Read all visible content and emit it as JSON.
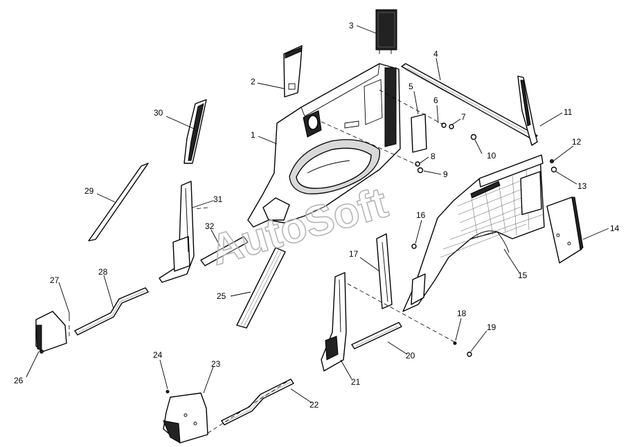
{
  "watermark": "AutoSoft",
  "callouts": [
    {
      "id": "1",
      "label": "1"
    },
    {
      "id": "2",
      "label": "2"
    },
    {
      "id": "3",
      "label": "3"
    },
    {
      "id": "4",
      "label": "4"
    },
    {
      "id": "5",
      "label": "5"
    },
    {
      "id": "6",
      "label": "6"
    },
    {
      "id": "7",
      "label": "7"
    },
    {
      "id": "8",
      "label": "8"
    },
    {
      "id": "9",
      "label": "9"
    },
    {
      "id": "10",
      "label": "10"
    },
    {
      "id": "11",
      "label": "11"
    },
    {
      "id": "12",
      "label": "12"
    },
    {
      "id": "13",
      "label": "13"
    },
    {
      "id": "14",
      "label": "14"
    },
    {
      "id": "15",
      "label": "15"
    },
    {
      "id": "16",
      "label": "16"
    },
    {
      "id": "17",
      "label": "17"
    },
    {
      "id": "18",
      "label": "18"
    },
    {
      "id": "19",
      "label": "19"
    },
    {
      "id": "20",
      "label": "20"
    },
    {
      "id": "21",
      "label": "21"
    },
    {
      "id": "22",
      "label": "22"
    },
    {
      "id": "23",
      "label": "23"
    },
    {
      "id": "24",
      "label": "24"
    },
    {
      "id": "25",
      "label": "25"
    },
    {
      "id": "26",
      "label": "26"
    },
    {
      "id": "27",
      "label": "27"
    },
    {
      "id": "28",
      "label": "28"
    },
    {
      "id": "29",
      "label": "29"
    },
    {
      "id": "30",
      "label": "30"
    },
    {
      "id": "31",
      "label": "31"
    },
    {
      "id": "32",
      "label": "32"
    }
  ]
}
